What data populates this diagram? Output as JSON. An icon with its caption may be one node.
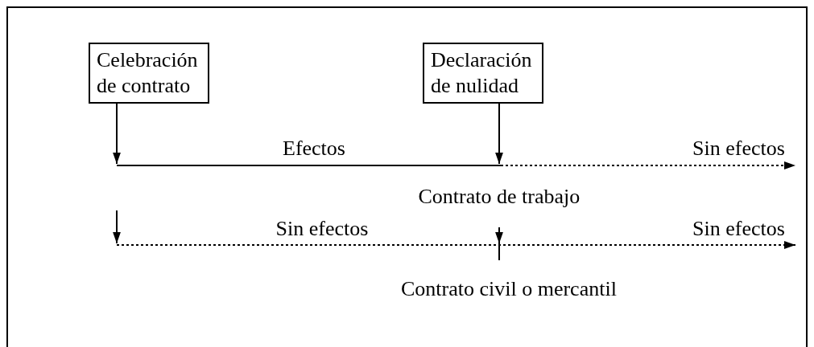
{
  "diagram": {
    "nodes": [
      {
        "text": [
          "Celebración de contrato"
        ]
      },
      {
        "text": [
          "Declaración de nulidad"
        ]
      }
    ],
    "edges": [
      {
        "from": 0,
        "to": null,
        "arrow": "to"
      },
      {
        "from": 1,
        "to": null,
        "arrow": "to"
      }
    ],
    "labels": [
      "Efectos",
      "Sin efectos",
      "Contrato de trabajo",
      "Sin efectos",
      "Sin efectos",
      "Contrato civil o mercantil"
    ]
  }
}
